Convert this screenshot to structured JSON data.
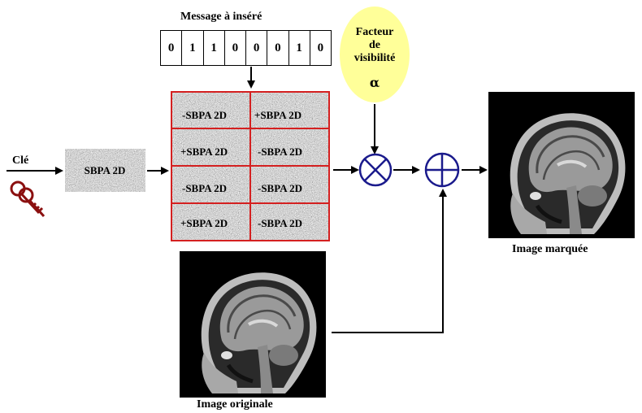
{
  "message": {
    "title": "Message à inséré",
    "bits": [
      "0",
      "1",
      "1",
      "0",
      "0",
      "0",
      "1",
      "0"
    ]
  },
  "key_label": "Clé",
  "sbpa_label": "SBPA 2D",
  "modulated_blocks": [
    "-SBPA 2D",
    "+SBPA 2D",
    "+SBPA 2D",
    "-SBPA 2D",
    "-SBPA 2D",
    "-SBPA 2D",
    "+SBPA 2D",
    "-SBPA 2D"
  ],
  "visibility": {
    "label_lines": [
      "Facteur",
      "de",
      "visibilité"
    ],
    "symbol": "α"
  },
  "operators": {
    "multiply": "⊗",
    "add": "⊕"
  },
  "captions": {
    "marked": "Image marquée",
    "original": "Image originale"
  },
  "colors": {
    "grid_border": "#d42020",
    "operator": "#1a1a8c",
    "visibility_fill": "#ffff99"
  }
}
